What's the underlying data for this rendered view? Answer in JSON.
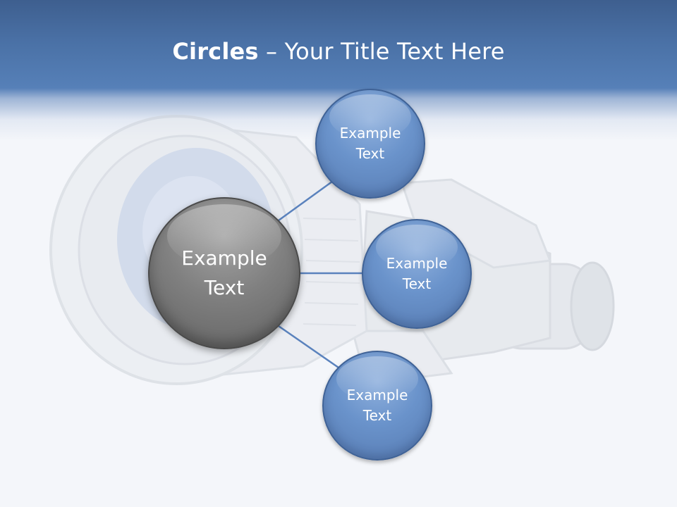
{
  "slide": {
    "title_bold": "Circles",
    "title_rest": " – Your Title Text Here"
  },
  "diagram": {
    "center": {
      "label": "Example\nText"
    },
    "nodes": [
      {
        "label": "Example\nText"
      },
      {
        "label": "Example\nText"
      },
      {
        "label": "Example\nText"
      }
    ]
  },
  "colors": {
    "header": "#4a71a6",
    "node_fill": "#6a93cb",
    "center_fill": "#808080",
    "connector": "#5a82bd"
  }
}
